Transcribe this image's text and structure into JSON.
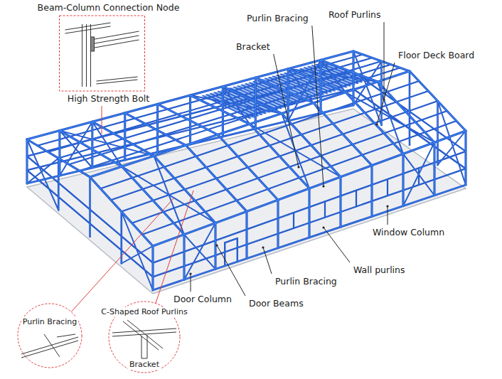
{
  "diagram": {
    "nodes": [
      {
        "text": [
          "Beam-Column Connection Node",
          "High Strength Bolt"
        ]
      },
      {
        "text": [
          "Purlin Bracing"
        ]
      },
      {
        "text": [
          "C-Shaped Roof Purlins",
          "Bracket"
        ]
      }
    ],
    "labels": [
      "Purlin Bracing",
      "Roof Purlins",
      "Bracket",
      "Floor Deck Board",
      "Window Column",
      "Wall purlins",
      "Purlin Bracing",
      "Door Beams",
      "Door Column"
    ]
  }
}
